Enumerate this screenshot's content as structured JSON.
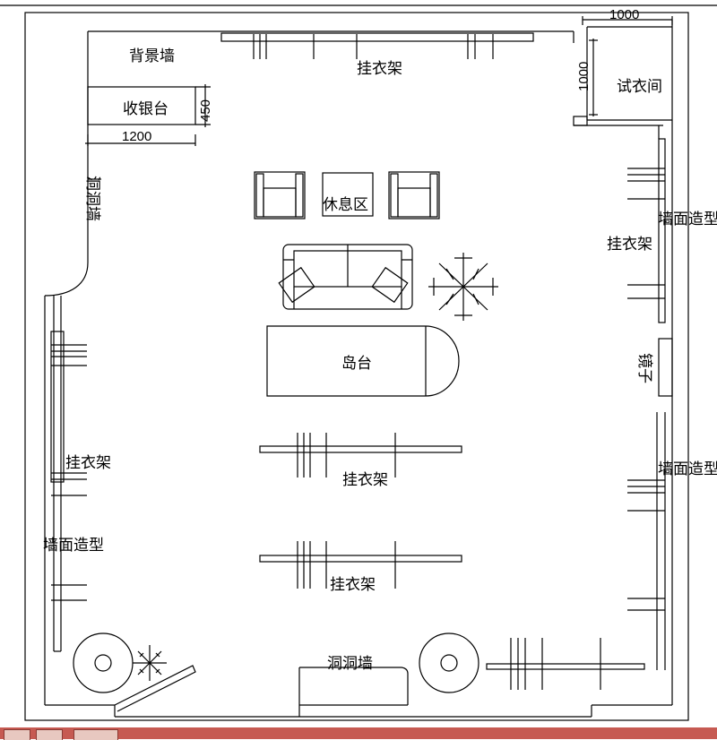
{
  "labels": {
    "back_wall": "背景墙",
    "hanger_top": "挂衣架",
    "cashier": "收银台",
    "fitting_room": "试衣间",
    "hole_wall_left": "洞洞墙",
    "rest_area": "休息区",
    "island": "岛台",
    "hanger_right": "挂衣架",
    "wall_feature_right_top": "墙面造型",
    "mirror": "镜子",
    "wall_feature_right_bottom": "墙面造型",
    "hanger_left": "挂衣架",
    "wall_feature_left": "墙面造型",
    "hanger_center_1": "挂衣架",
    "hanger_center_2": "挂衣架",
    "hole_wall_bottom": "洞洞墙"
  },
  "dimensions": {
    "fitting_width": "1000",
    "fitting_depth": "1000",
    "cashier_depth": "450",
    "cashier_width": "1200"
  }
}
